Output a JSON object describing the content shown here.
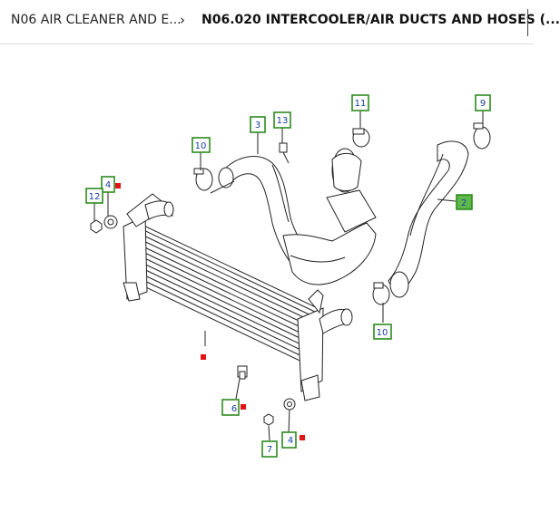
{
  "breadcrumb": {
    "item1": "N06 AIR CLEANER AND E...",
    "separator": "›",
    "item2": "N06.020 INTERCOOLER/AIR DUCTS AND HOSES (..."
  },
  "callouts": {
    "c2": "2",
    "c3": "3",
    "c4a": "4",
    "c4b": "4",
    "c6": "6",
    "c7": "7",
    "c9": "9",
    "c10a": "10",
    "c10b": "10",
    "c11": "11",
    "c12": "12",
    "c13": "13"
  },
  "colors": {
    "callout_border": "#2d8a1f",
    "callout_fill_selected": "#5fb84a",
    "callout_text": "#1a3fa8",
    "marker": "#e01515"
  }
}
